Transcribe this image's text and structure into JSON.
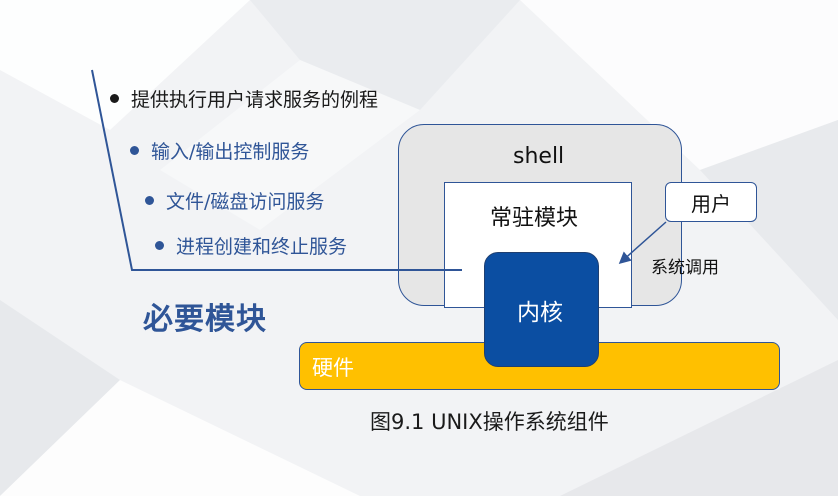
{
  "bullets": [
    "提供执行用户请求服务的例程",
    "输入/输出控制服务",
    "文件/磁盘访问服务",
    "进程创建和终止服务"
  ],
  "required_modules_title": "必要模块",
  "diagram": {
    "shell_label": "shell",
    "resident_module_label": "常驻模块",
    "kernel_label": "内核",
    "hardware_label": "硬件",
    "user_label": "用户",
    "system_call_label": "系统调用"
  },
  "caption": "图9.1 UNIX操作系统组件",
  "colors": {
    "accent_blue": "#2f5597",
    "kernel_blue": "#0b4ea2",
    "hardware_yellow": "#ffc000",
    "shell_gray": "#e6e6e6"
  }
}
